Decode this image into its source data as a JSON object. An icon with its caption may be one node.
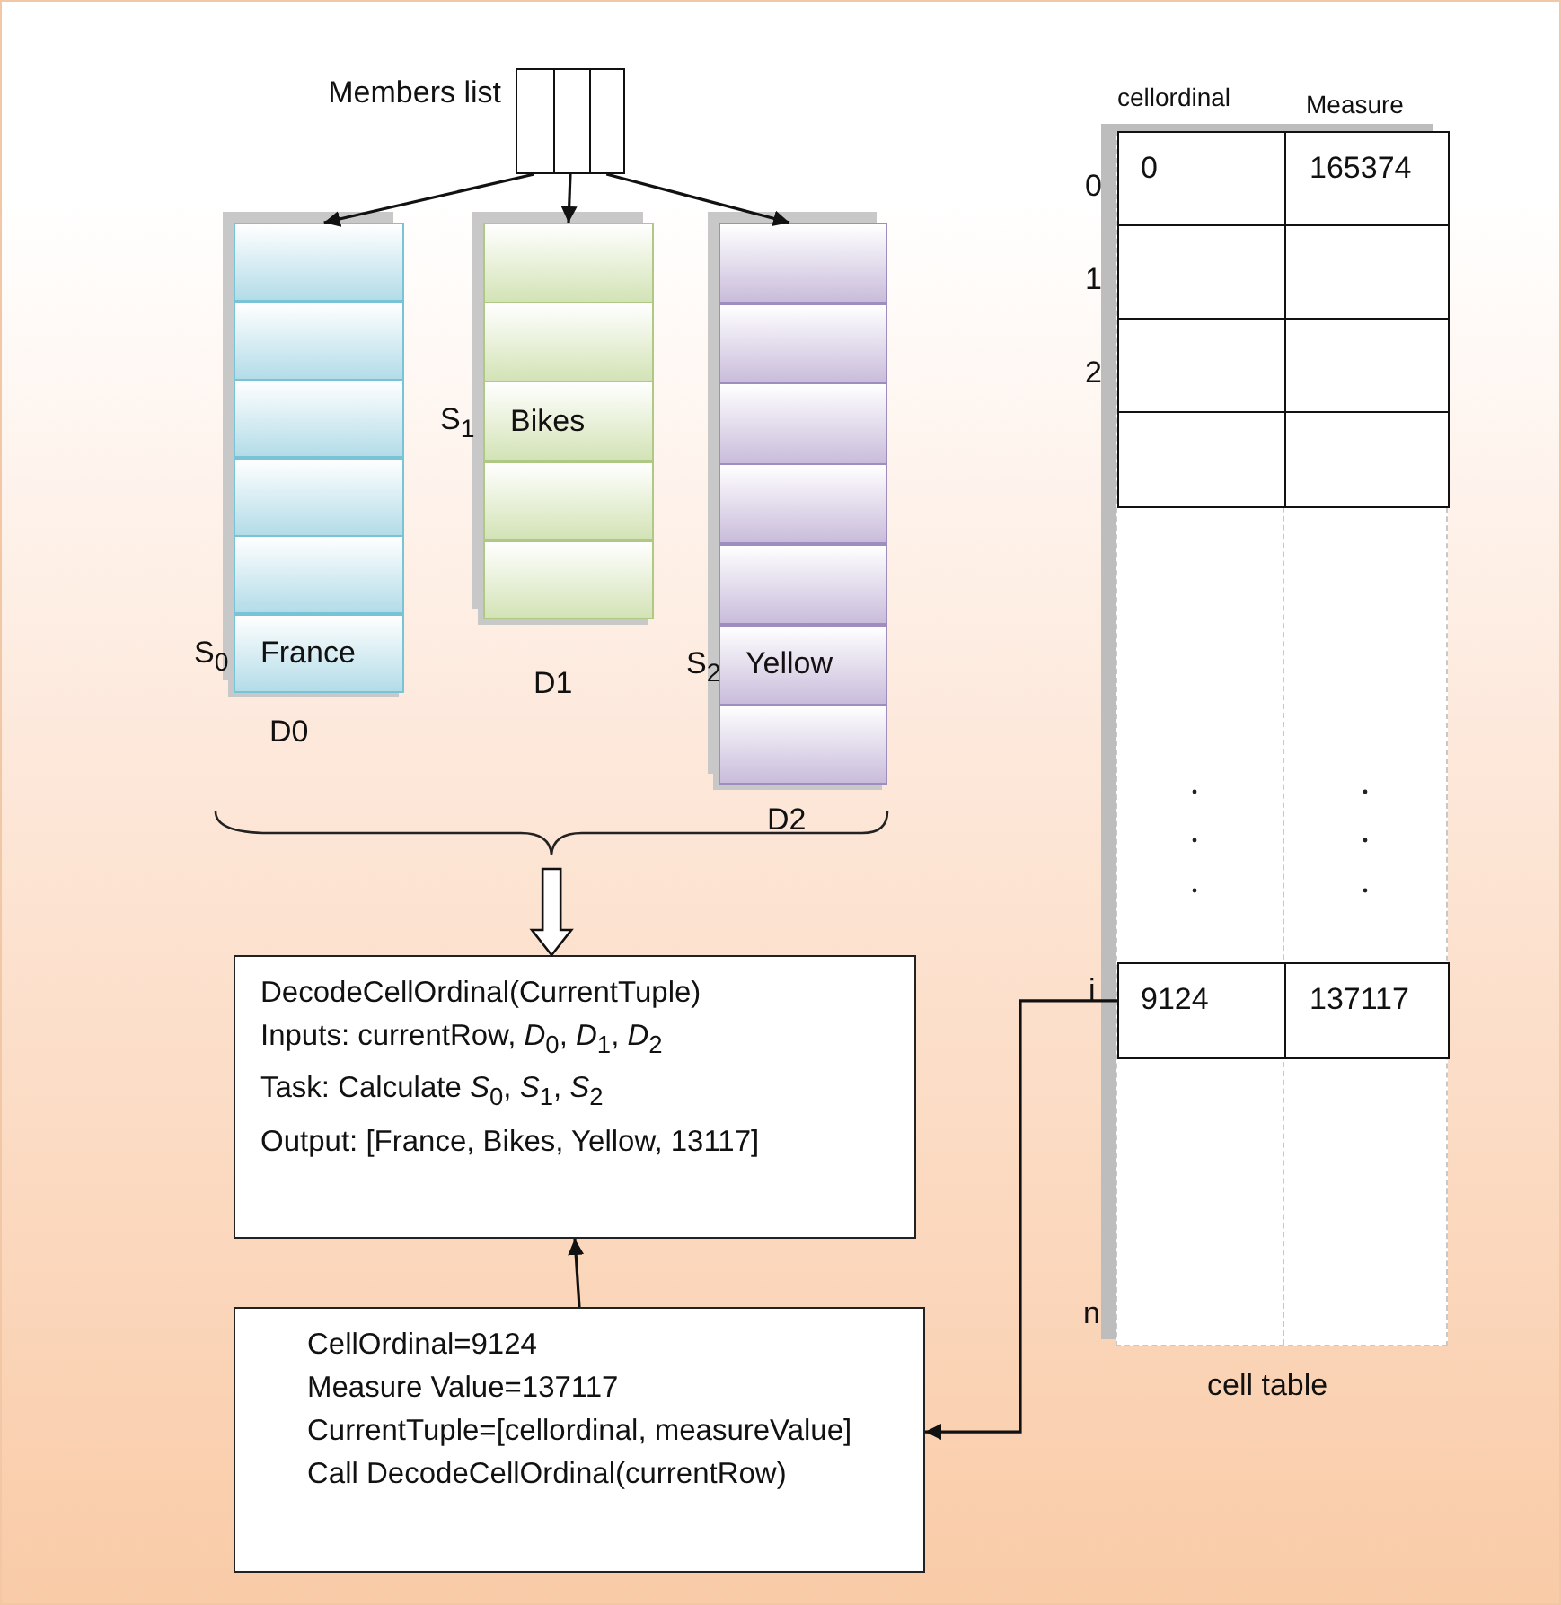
{
  "diagram": {
    "nodes": [
      {
        "text": [],
        "shape": "box",
        "beside": [
          "Members list"
        ]
      },
      {
        "text": [
          "D0"
        ]
      },
      {
        "text": [],
        "shape": "box",
        "in": 1
      },
      {
        "text": [],
        "shape": "box",
        "in": 1
      },
      {
        "text": [],
        "shape": "box",
        "in": 1
      },
      {
        "text": [],
        "shape": "box",
        "in": 1
      },
      {
        "text": [],
        "shape": "box",
        "in": 1
      },
      {
        "text": [
          "France"
        ],
        "in": 1,
        "beside": [
          "S$_{0}$"
        ]
      },
      {
        "text": [
          "D1"
        ]
      },
      {
        "text": [],
        "shape": "box",
        "in": 8
      },
      {
        "text": [],
        "shape": "box",
        "in": 8
      },
      {
        "text": [
          "Bikes"
        ],
        "in": 8,
        "beside": [
          "S$_{1}$"
        ]
      },
      {
        "text": [],
        "shape": "box",
        "in": 8
      },
      {
        "text": [],
        "shape": "box",
        "in": 8
      },
      {
        "text": [
          "D2"
        ]
      },
      {
        "text": [],
        "shape": "box",
        "in": 14
      },
      {
        "text": [],
        "shape": "box",
        "in": 14
      },
      {
        "text": [],
        "shape": "box",
        "in": 14
      },
      {
        "text": [],
        "shape": "box",
        "in": 14
      },
      {
        "text": [],
        "shape": "box",
        "in": 14
      },
      {
        "text": [
          "Yellow"
        ],
        "in": 14,
        "beside": [
          "S$_{2}$"
        ]
      },
      {
        "text": [],
        "shape": "box",
        "in": 14
      },
      {
        "text": [
          "DecodeCellOrdinal(CurrentTuple)",
          "Inputs: currentRow, *D*$_{0}$, *D*$_{1}$, *D*$_{2}$",
          "Task: Calculate *S*$_{0}$, *S*$_{1}$, *S*$_{2}$",
          "Output: [France, Bikes, Yellow, 13117]"
        ]
      },
      {
        "text": [
          "CellOrdinal=9124",
          "Measure Value=137117",
          "CurrentTuple=[cellordinal, measureValue]",
          "Call DecodeCellOrdinal(currentRow)"
        ]
      },
      {
        "text": [
          "cell table"
        ]
      },
      {
        "text": [
          "0"
        ],
        "in": 24
      },
      {
        "text": [
          "165374"
        ],
        "in": 24
      },
      {
        "text": [],
        "shape": "box",
        "in": 24
      },
      {
        "text": [],
        "shape": "box",
        "in": 24
      },
      {
        "text": [],
        "shape": "box",
        "in": 24
      },
      {
        "text": [],
        "shape": "box",
        "in": 24
      },
      {
        "text": [],
        "shape": "box",
        "in": 24
      },
      {
        "text": [],
        "shape": "box",
        "in": 24
      },
      {
        "text": [
          "9124"
        ],
        "in": 24
      },
      {
        "text": [
          "137117"
        ],
        "in": 24
      }
    ],
    "edges": [
      {
        "from": 0,
        "to": 1,
        "arrow": "to"
      },
      {
        "from": 0,
        "to": 8,
        "arrow": "to"
      },
      {
        "from": 0,
        "to": 14,
        "arrow": "to"
      },
      {
        "from": null,
        "to": 22,
        "arrow": "to",
        "style": "thick"
      },
      {
        "from": 23,
        "to": 22,
        "arrow": "to"
      },
      {
        "from": 33,
        "to": 23,
        "arrow": "to"
      }
    ],
    "labels": [
      "cellordinal",
      "Measure",
      "0",
      "1",
      "2",
      "i",
      "n"
    ]
  }
}
